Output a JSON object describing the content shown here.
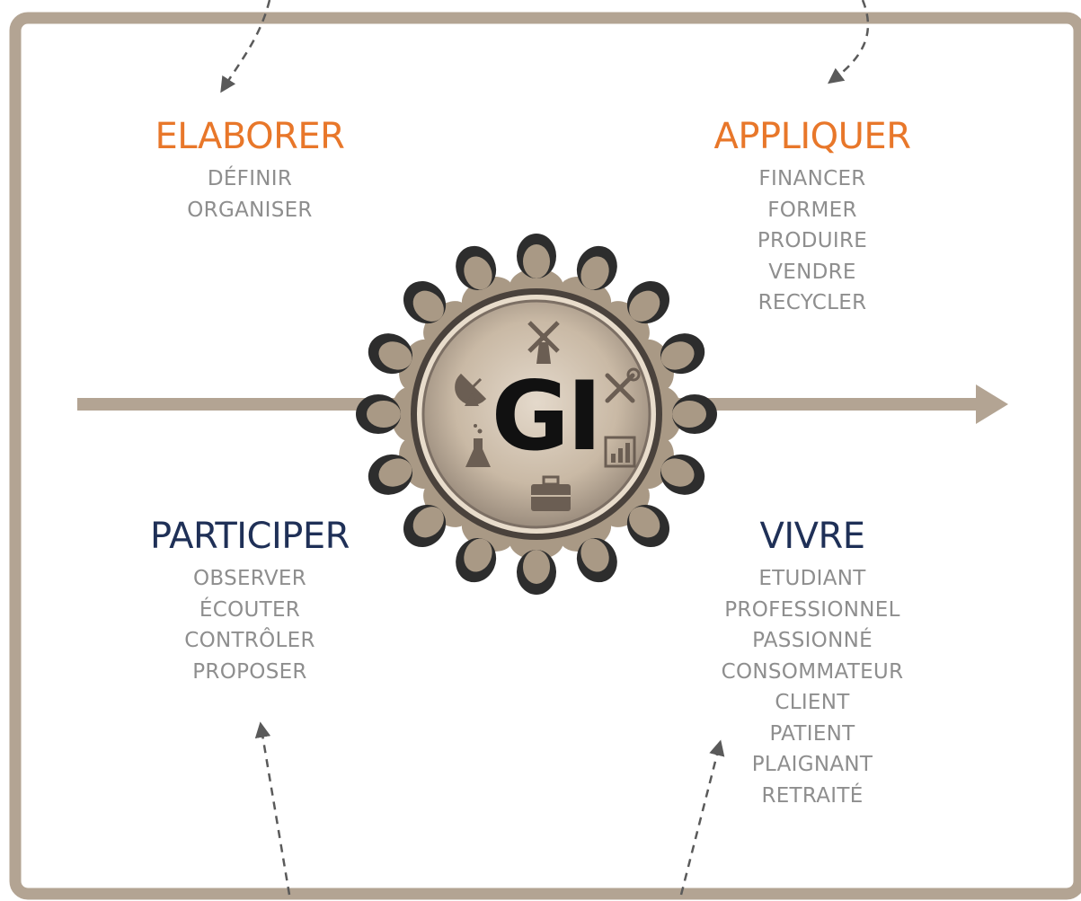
{
  "colors": {
    "frame": "#b3a493",
    "arrow_dashed": "#5a5a5a",
    "orange": "#e8772a",
    "navy": "#1f3057",
    "item_text": "#8e8e8e",
    "emblem_face": "#c8b9a5",
    "emblem_ring": "#7c6f64",
    "people_dark": "#2d2d2d",
    "people_body": "#a99985"
  },
  "center": {
    "label": "GI",
    "icons": [
      "windmill-icon",
      "satellite-dish-icon",
      "tools-icon",
      "flask-icon",
      "chart-icon",
      "briefcase-icon"
    ]
  },
  "quadrants": {
    "elaborer": {
      "title": "ELABORER",
      "items": [
        "DÉFINIR",
        "ORGANISER"
      ]
    },
    "appliquer": {
      "title": "APPLIQUER",
      "items": [
        "FINANCER",
        "FORMER",
        "PRODUIRE",
        "VENDRE",
        "RECYCLER"
      ]
    },
    "participer": {
      "title": "PARTICIPER",
      "items": [
        "OBSERVER",
        "ÉCOUTER",
        "CONTRÔLER",
        "PROPOSER"
      ]
    },
    "vivre": {
      "title": "VIVRE",
      "items": [
        "ETUDIANT",
        "PROFESSIONNEL",
        "PASSIONNÉ",
        "CONSOMMATEUR",
        "CLIENT",
        "PATIENT",
        "PLAIGNANT",
        "RETRAITÉ"
      ]
    }
  }
}
